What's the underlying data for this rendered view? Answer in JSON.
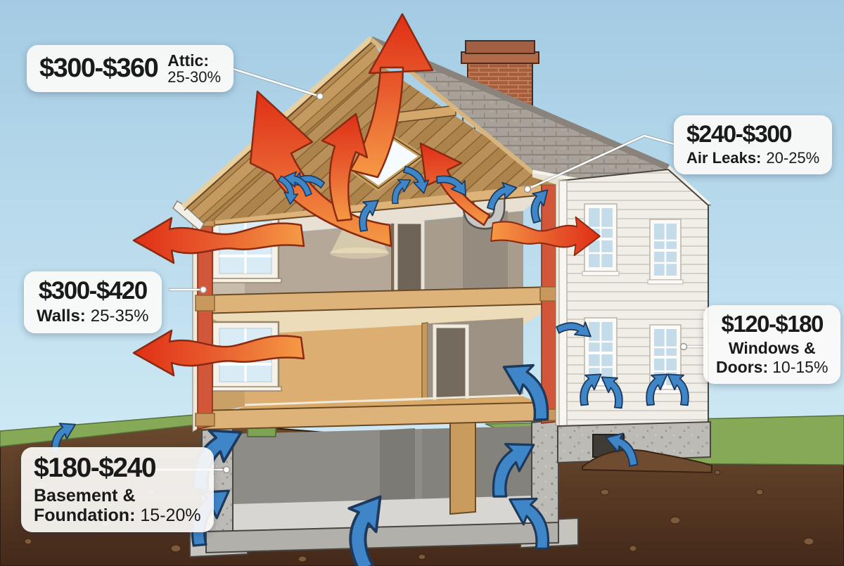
{
  "figure": {
    "subject": "house-heat-loss-cutaway-infographic"
  },
  "callouts": {
    "attic": {
      "cost": "$300-$360",
      "name": "Attic:",
      "pct": "25-30%"
    },
    "air_leaks": {
      "cost": "$240-$300",
      "name": "Air Leaks:",
      "pct": "20-25%"
    },
    "walls": {
      "cost": "$300-$420",
      "name": "Walls:",
      "pct": "25-35%"
    },
    "windows_doors": {
      "cost": "$120-$180",
      "name_line1": "Windows &",
      "name_line2": "Doors:",
      "pct": "10-15%"
    },
    "basement": {
      "cost": "$180-$240",
      "name_line1": "Basement &",
      "name_line2": "Foundation:",
      "pct": "15-20%"
    }
  },
  "palette": {
    "heat_arrow": "#e8512b",
    "cold_arrow": "#3f86c8",
    "sky": "#b8dcec",
    "grass": "#85a957",
    "soil": "#5d3d27",
    "label_bg": "#faf8f4",
    "label_text": "#1a1a1a"
  }
}
